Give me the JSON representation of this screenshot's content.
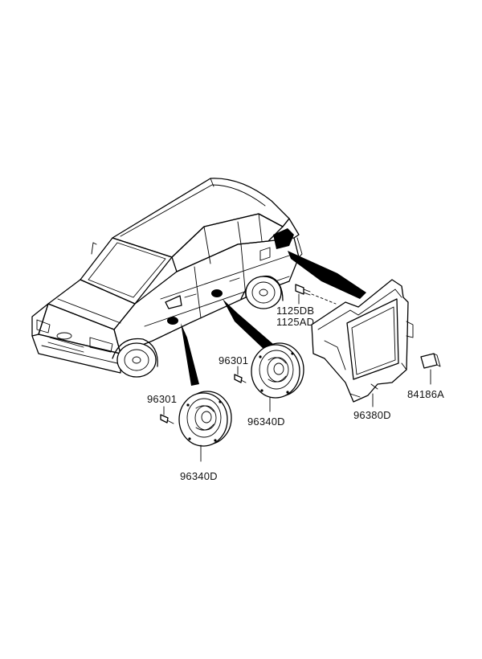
{
  "diagram": {
    "labels": {
      "door_speaker_front": "96340D",
      "door_speaker_rear": "96340D",
      "screw_front": "96301",
      "screw_rear": "96301",
      "bolt_a": "1125DB",
      "bolt_b": "1125AD",
      "amplifier": "96380D",
      "clip": "84186A"
    }
  }
}
